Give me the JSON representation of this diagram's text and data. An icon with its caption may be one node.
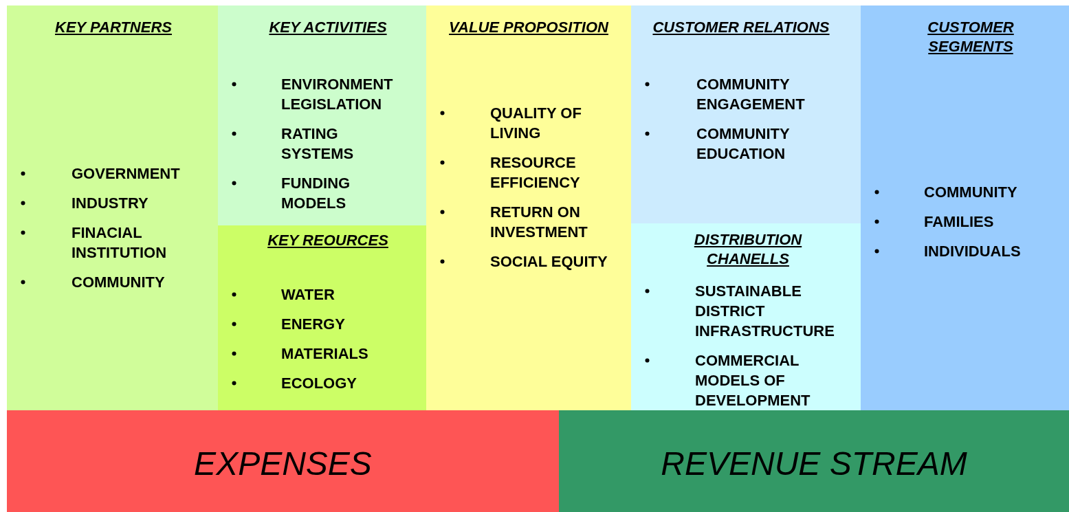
{
  "diagram": {
    "nodes": [
      {
        "text": [
          "KEY PARTNERS",
          "GOVERNMENT",
          "INDUSTRY",
          "FINACIAL INSTITUTION",
          "COMMUNITY"
        ]
      },
      {
        "text": [
          "KEY ACTIVITIES",
          "ENVIRONMENT LEGISLATION",
          "RATING SYSTEMS",
          "FUNDING MODELS"
        ]
      },
      {
        "text": [
          "KEY REOURCES",
          "WATER",
          "ENERGY",
          "MATERIALS",
          "ECOLOGY"
        ]
      },
      {
        "text": [
          "VALUE PROPOSITION",
          "QUALITY OF LIVING",
          "RESOURCE EFFICIENCY",
          "RETURN ON INVESTMENT",
          "SOCIAL EQUITY"
        ]
      },
      {
        "text": [
          "CUSTOMER RELATIONS",
          "COMMUNITY ENGAGEMENT",
          "COMMUNITY EDUCATION"
        ]
      },
      {
        "text": [
          "DISTRIBUTION CHANELLS",
          "SUSTAINABLE DISTRICT INFRASTRUCTURE",
          "COMMERCIAL MODELS OF DEVELOPMENT"
        ]
      },
      {
        "text": [
          "CUSTOMER SEGMENTS",
          "COMMUNITY",
          "FAMILIES",
          "INDIVIDUALS"
        ]
      },
      {
        "text": [
          "EXPENSES"
        ]
      },
      {
        "text": [
          "REVENUE STREAM"
        ]
      }
    ],
    "edges": []
  }
}
